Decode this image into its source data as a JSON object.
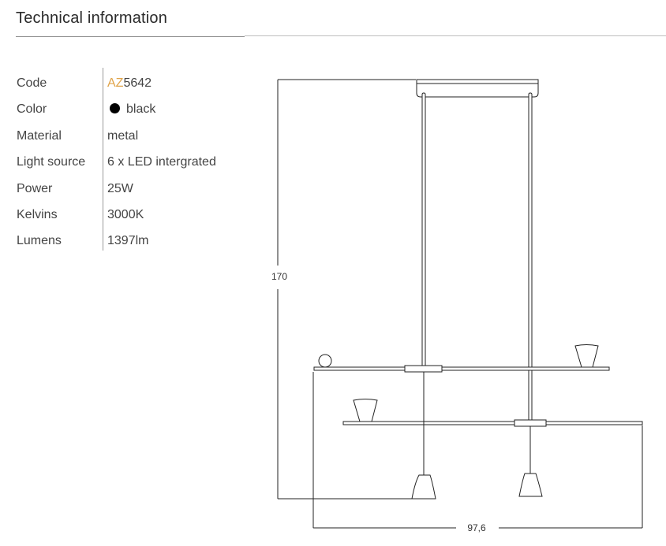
{
  "title": "Technical information",
  "specs": {
    "code": {
      "label": "Code",
      "prefix": "AZ",
      "number": "5642"
    },
    "color": {
      "label": "Color",
      "value": "black",
      "swatch": "#000000"
    },
    "material": {
      "label": "Material",
      "value": "metal"
    },
    "light_source": {
      "label": "Light source",
      "value": "6 x LED intergrated"
    },
    "power": {
      "label": "Power",
      "value": "25W"
    },
    "kelvins": {
      "label": "Kelvins",
      "value": "3000K"
    },
    "lumens": {
      "label": "Lumens",
      "value": "1397lm"
    }
  },
  "diagram": {
    "height_label": "170",
    "width_label": "97,6"
  },
  "colors": {
    "accent": "#e0a44a",
    "rule_dark": "#8f8f8f",
    "line": "#222222"
  }
}
